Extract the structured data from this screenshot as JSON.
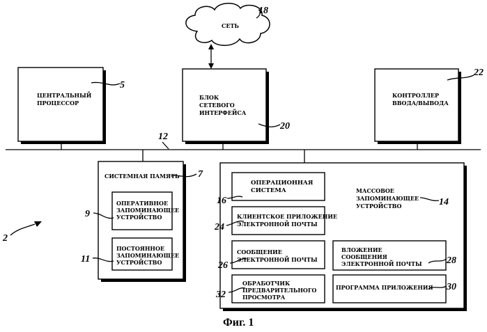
{
  "cloud": {
    "label": "СЕТЬ",
    "ref": "18"
  },
  "cpu": {
    "line1": "ЦЕНТРАЛЬНЫЙ",
    "line2": "ПРОЦЕССОР",
    "ref": "5"
  },
  "nic": {
    "line1": "БЛОК",
    "line2": "СЕТЕВОГО",
    "line3": "ИНТЕРФЕЙСА",
    "ref": "20"
  },
  "io": {
    "line1": "КОНТРОЛЛЕР",
    "line2": "ВВОДА/ВЫВОДА",
    "ref": "22"
  },
  "bus": {
    "ref": "12"
  },
  "system_memory": {
    "title": "СИСТЕМНАЯ ПАМЯТЬ",
    "ref": "7",
    "ram": {
      "line1": "ОПЕРАТИВНОЕ",
      "line2": "ЗАПОМИНАЮЩЕЕ",
      "line3": "УСТРОЙСТВО",
      "ref": "9"
    },
    "rom": {
      "line1": "ПОСТОЯННОЕ",
      "line2": "ЗАПОМИНАЮЩЕЕ",
      "line3": "УСТРОЙСТВО",
      "ref": "11"
    }
  },
  "mass_storage": {
    "line1": "МАССОВОЕ",
    "line2": "ЗАПОМИНАЮЩЕЕ",
    "line3": "УСТРОЙСТВО",
    "ref": "14",
    "os": {
      "line1": "ОПЕРАЦИОННАЯ",
      "line2": "СИСТЕМА",
      "ref": "16"
    },
    "email_client": {
      "line1": "КЛИЕНТСКОЕ ПРИЛОЖЕНИЕ",
      "line2": "ЭЛЕКТРОННОЙ ПОЧТЫ",
      "ref": "24"
    },
    "email_message": {
      "line1": "СООБЩЕНИЕ",
      "line2": "ЭЛЕКТРОННОЙ ПОЧТЫ",
      "ref": "26"
    },
    "attachment": {
      "line1": "ВЛОЖЕНИЕ",
      "line2": "СООБЩЕНИЯ",
      "line3": "ЭЛЕКТРОННОЙ ПОЧТЫ",
      "ref": "28"
    },
    "preview": {
      "line1": "ОБРАБОТЧИК",
      "line2": "ПРЕДВАРИТЕЛЬНОГО",
      "line3": "ПРОСМОТРА",
      "ref": "32"
    },
    "app": {
      "label": "ПРОГРАММА ПРИЛОЖЕНИЯ",
      "ref": "30"
    }
  },
  "system": {
    "ref": "2"
  },
  "caption": "Фиг. 1"
}
